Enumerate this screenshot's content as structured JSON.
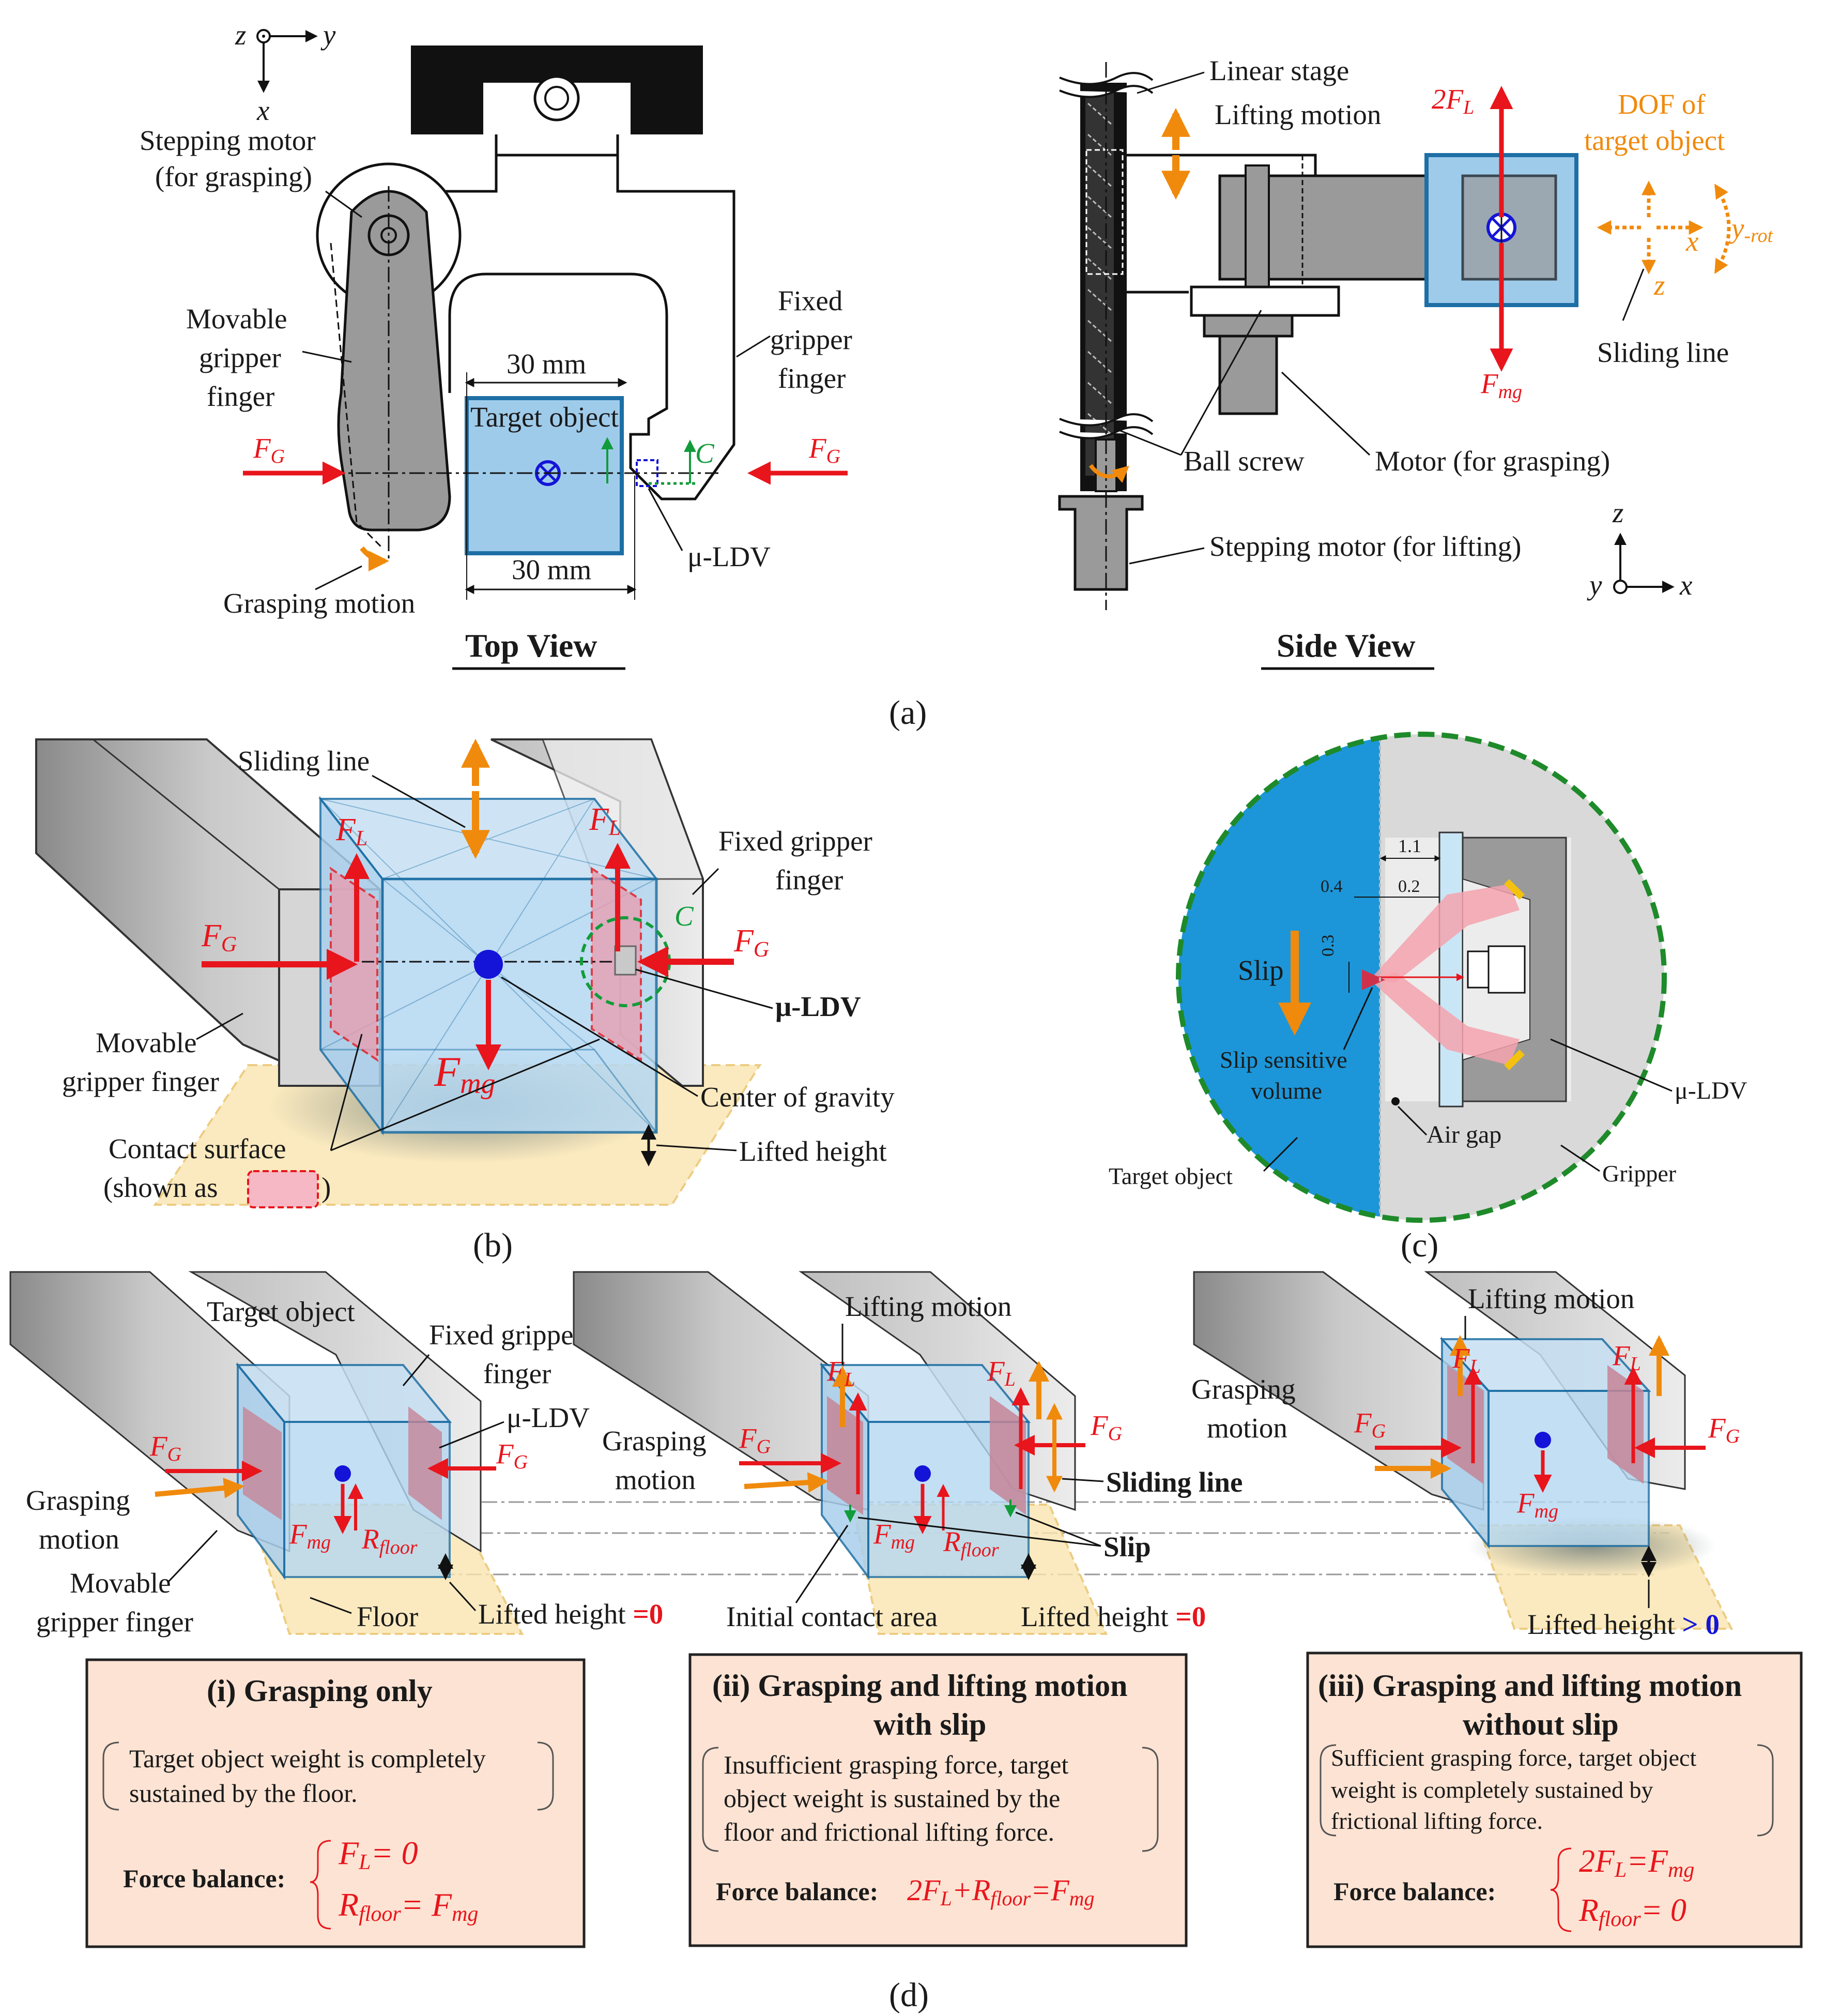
{
  "panel_a": {
    "caption": "(a)",
    "top_view": {
      "title": "Top View",
      "axis_z": "z",
      "axis_y": "y",
      "axis_x": "x",
      "stepping_motor_1": "Stepping motor",
      "stepping_motor_2": "(for grasping)",
      "movable_1": "Movable",
      "movable_2": "gripper",
      "movable_3": "finger",
      "fixed_1": "Fixed",
      "fixed_2": "gripper",
      "fixed_3": "finger",
      "dim_top": "30 mm",
      "dim_bottom": "30 mm",
      "target": "Target object",
      "fg_left": "F",
      "fg_left_sub": "G",
      "fg_right": "F",
      "fg_right_sub": "G",
      "c_label": "C",
      "ldv": "μ-LDV",
      "grasping_motion": "Grasping motion"
    },
    "side_view": {
      "title": "Side View",
      "linear_stage": "Linear stage",
      "lifting_motion": "Lifting motion",
      "fl_force": "2F",
      "fl_sub": "L",
      "fmg": "F",
      "fmg_sub": "mg",
      "dof_1": "DOF of",
      "dof_2": "target object",
      "dof_x": "x",
      "dof_z": "z",
      "dof_yrot": "y",
      "dof_yrot_sub": "-rot",
      "sliding_line": "Sliding line",
      "ball_screw": "Ball screw",
      "motor_grasping": "Motor (for grasping)",
      "stepping_lifting": "Stepping motor (for lifting)",
      "axis_z": "z",
      "axis_y": "y",
      "axis_x": "x"
    }
  },
  "panel_b": {
    "caption": "(b)",
    "sliding_line": "Sliding line",
    "fixed_1": "Fixed gripper",
    "fixed_2": "finger",
    "fl": "F",
    "fl_sub": "L",
    "fg": "F",
    "fg_sub": "G",
    "c_label": "C",
    "ldv": "μ-LDV",
    "movable_1": "Movable",
    "movable_2": "gripper finger",
    "fmg": "F",
    "fmg_sub": "mg",
    "cog": "Center of gravity",
    "contact_1": "Contact surface",
    "contact_2": "(shown as",
    "contact_3": ")",
    "lifted": "Lifted height"
  },
  "panel_c": {
    "caption": "(c)",
    "dim_11": "1.1",
    "dim_04": "0.4",
    "dim_02": "0.2",
    "dim_03": "0.3",
    "slip": "Slip",
    "ssv_1": "Slip sensitive",
    "ssv_2": "volume",
    "ldv": "μ-LDV",
    "air_gap": "Air gap",
    "target": "Target object",
    "gripper": "Gripper"
  },
  "panel_d": {
    "caption": "(d)",
    "scene1": {
      "target": "Target object",
      "fixed_1": "Fixed gripper",
      "fixed_2": "finger",
      "ldv": "μ-LDV",
      "grasp_1": "Grasping",
      "grasp_2": "motion",
      "movable_1": "Movable",
      "movable_2": "gripper finger",
      "floor": "Floor",
      "lifted": "Lifted height ",
      "lifted_val": "=0"
    },
    "scene2": {
      "lifting": "Lifting motion",
      "grasp_1": "Grasping",
      "grasp_2": "motion",
      "sliding": "Sliding line",
      "slip": "Slip",
      "initial": "Initial contact area",
      "lifted": "Lifted height ",
      "lifted_val": "=0"
    },
    "scene3": {
      "lifting": "Lifting motion",
      "grasp_1": "Grasping",
      "grasp_2": "motion",
      "lifted": "Lifted height ",
      "lifted_val": "> 0"
    },
    "forces": {
      "f": "F",
      "g": "G",
      "l": "L",
      "mg": "mg",
      "r": "R",
      "floor": "floor"
    },
    "box1": {
      "title": "(i) Grasping only",
      "desc_1": "Target object weight is completely",
      "desc_2": "sustained by the floor.",
      "fb": "Force balance:",
      "eq1": "F",
      "eq1_sub": "L",
      "eq1_rest": "= 0",
      "eq2": "R",
      "eq2_sub": "floor",
      "eq2_rest": "= F",
      "eq2_sub2": "mg"
    },
    "box2": {
      "title": "(ii) Grasping and lifting motion",
      "title_2": "with slip",
      "desc_1": "Insufficient grasping force, target",
      "desc_2": "object weight is sustained by the",
      "desc_3": "floor and frictional lifting force.",
      "fb": "Force balance:",
      "eq": "2F",
      "eq_sub": "L",
      "eq_mid": "+R",
      "eq_sub2": "floor",
      "eq_end": "=F",
      "eq_sub3": "mg"
    },
    "box3": {
      "title": "(iii) Grasping and lifting motion",
      "title_2": "without slip",
      "desc_1": "Sufficient grasping force, target object",
      "desc_2": "weight is completely sustained by",
      "desc_3": "frictional lifting force.",
      "fb": "Force balance:",
      "eq1": "2F",
      "eq1_sub": "L",
      "eq1_rest": "=F",
      "eq1_sub2": "mg",
      "eq2": "R",
      "eq2_sub": "floor",
      "eq2_rest": "= 0"
    }
  },
  "colors": {
    "force_red": "#e8151c",
    "motion_orange": "#f08a0c",
    "object_blue": "#9fcbea",
    "box_fill": "#fde3d3",
    "slip_green": "#119c3a",
    "gripper_gray": "#9a9a9a"
  }
}
